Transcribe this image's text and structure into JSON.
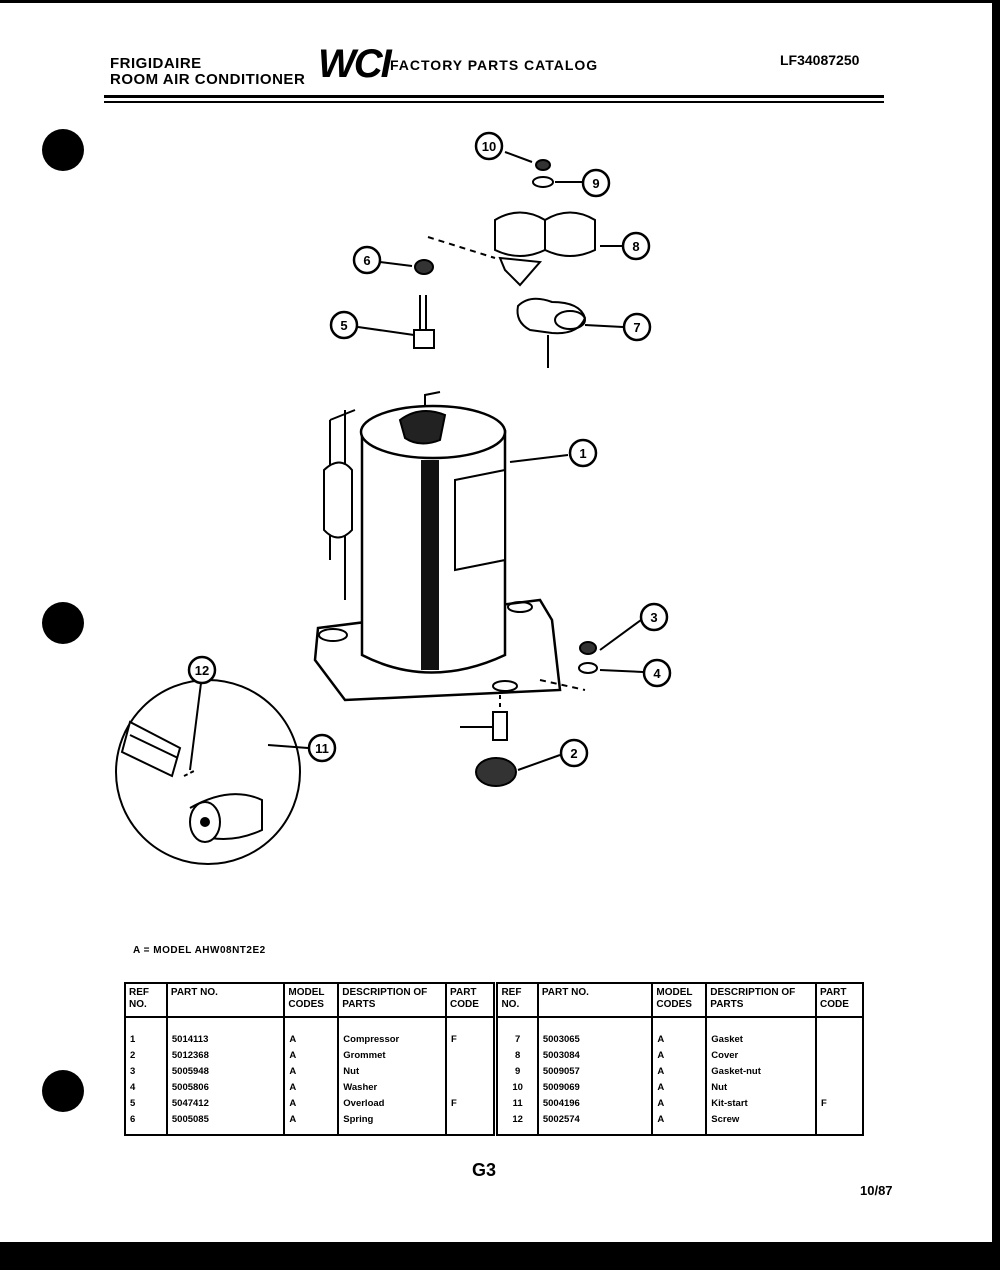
{
  "header": {
    "brand_line1": "FRIGIDAIRE",
    "brand_line2": "ROOM AIR CONDITIONER",
    "logo_text": "WCI",
    "catalog_title": "FACTORY PARTS CATALOG",
    "model_number": "LF34087250"
  },
  "callouts": [
    "1",
    "2",
    "3",
    "4",
    "5",
    "6",
    "7",
    "8",
    "9",
    "10",
    "11",
    "12"
  ],
  "model_note": "A = MODEL AHW08NT2E2",
  "table": {
    "headers": {
      "ref_no": "REF NO.",
      "part_no": "PART NO.",
      "model_codes": "MODEL CODES",
      "description": "DESCRIPTION OF PARTS",
      "part_code": "PART CODE"
    },
    "left_rows": [
      {
        "ref": "1",
        "part": "5014113",
        "model": "A",
        "desc": "Compressor",
        "code": "F"
      },
      {
        "ref": "2",
        "part": "5012368",
        "model": "A",
        "desc": "Grommet",
        "code": ""
      },
      {
        "ref": "3",
        "part": "5005948",
        "model": "A",
        "desc": "Nut",
        "code": ""
      },
      {
        "ref": "4",
        "part": "5005806",
        "model": "A",
        "desc": "Washer",
        "code": ""
      },
      {
        "ref": "5",
        "part": "5047412",
        "model": "A",
        "desc": "Overload",
        "code": "F"
      },
      {
        "ref": "6",
        "part": "5005085",
        "model": "A",
        "desc": "Spring",
        "code": ""
      }
    ],
    "right_rows": [
      {
        "ref": "7",
        "part": "5003065",
        "model": "A",
        "desc": "Gasket",
        "code": ""
      },
      {
        "ref": "8",
        "part": "5003084",
        "model": "A",
        "desc": "Cover",
        "code": ""
      },
      {
        "ref": "9",
        "part": "5009057",
        "model": "A",
        "desc": "Gasket-nut",
        "code": ""
      },
      {
        "ref": "10",
        "part": "5009069",
        "model": "A",
        "desc": "Nut",
        "code": ""
      },
      {
        "ref": "11",
        "part": "5004196",
        "model": "A",
        "desc": "Kit-start",
        "code": "F"
      },
      {
        "ref": "12",
        "part": "5002574",
        "model": "A",
        "desc": "Screw",
        "code": ""
      }
    ]
  },
  "page_number": "G3",
  "date": "10/87"
}
